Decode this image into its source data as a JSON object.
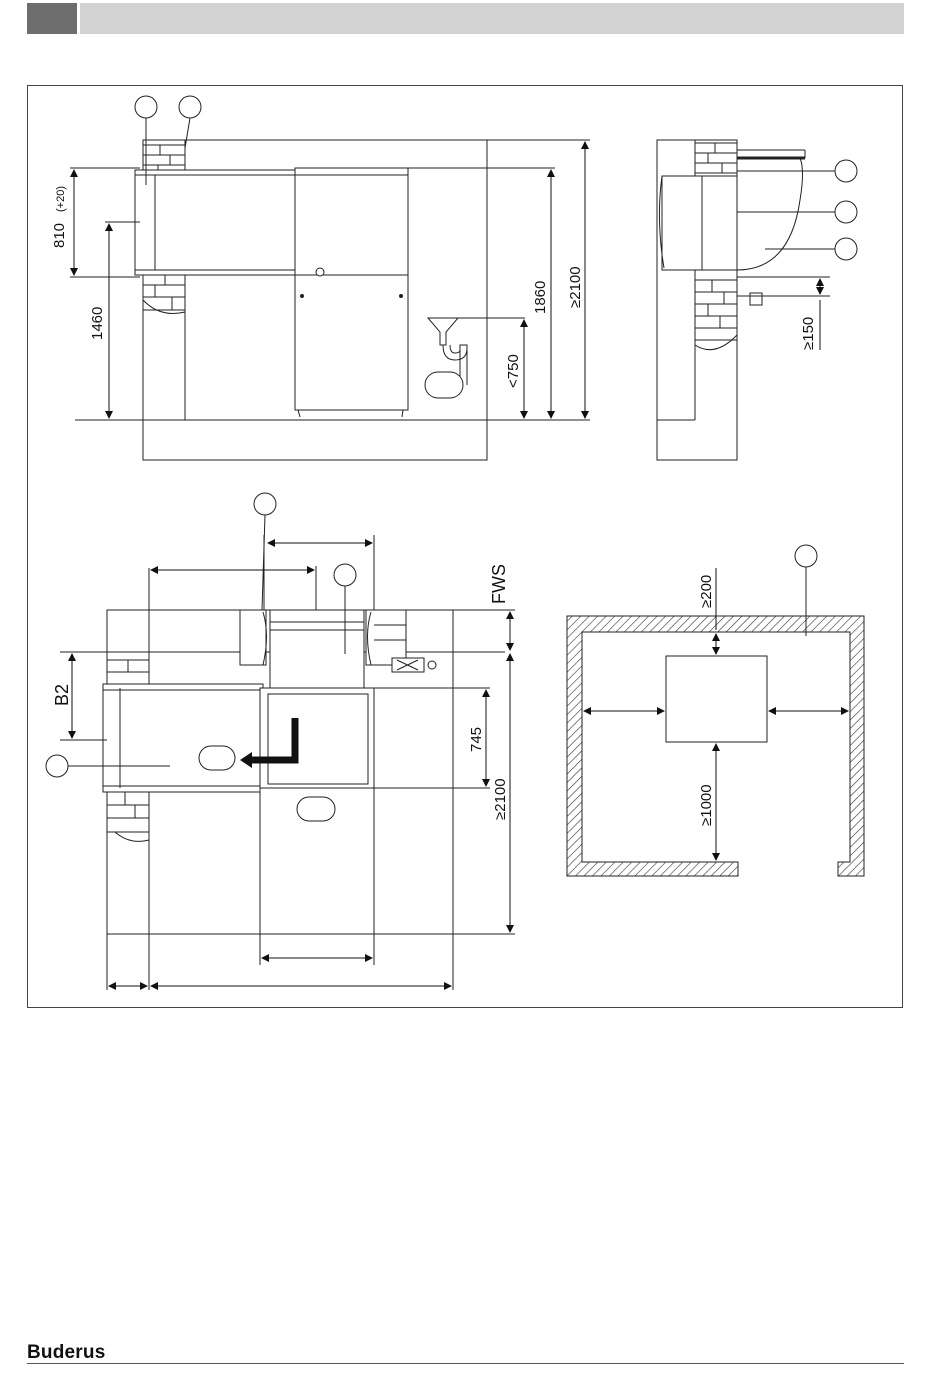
{
  "brand": "Buderus",
  "dimensions": {
    "front_bracket_height": "810",
    "front_bracket_tol": "(+20)",
    "front_flue_height": "1460",
    "siphon_height": "<750",
    "boiler_height": "1860",
    "ceiling_height": "≥2100",
    "side_min_clearance": "≥150",
    "plan_b2": "B2",
    "plan_fws": "FWS",
    "plan_depth": "745",
    "plan_room_depth": "≥2100",
    "room_top_clearance": "≥200",
    "room_front_clearance": "≥1000"
  },
  "colors": {
    "line": "#222222",
    "hatch": "#333333",
    "header_dark": "#6e6e6e",
    "header_light": "#d2d2d2"
  }
}
